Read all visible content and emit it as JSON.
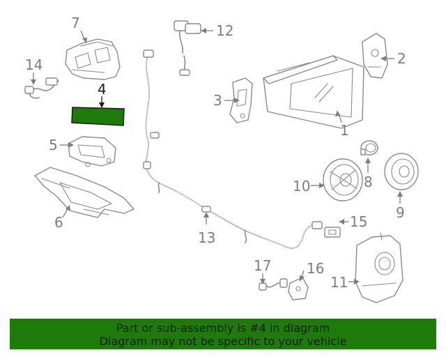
{
  "diagram": {
    "callouts": [
      {
        "id": "1",
        "label": "1"
      },
      {
        "id": "2",
        "label": "2"
      },
      {
        "id": "3",
        "label": "3"
      },
      {
        "id": "4",
        "label": "4",
        "highlighted": true
      },
      {
        "id": "5",
        "label": "5"
      },
      {
        "id": "6",
        "label": "6"
      },
      {
        "id": "7",
        "label": "7"
      },
      {
        "id": "8",
        "label": "8"
      },
      {
        "id": "9",
        "label": "9"
      },
      {
        "id": "10",
        "label": "10"
      },
      {
        "id": "11",
        "label": "11"
      },
      {
        "id": "12",
        "label": "12"
      },
      {
        "id": "13",
        "label": "13"
      },
      {
        "id": "14",
        "label": "14"
      },
      {
        "id": "15",
        "label": "15"
      },
      {
        "id": "16",
        "label": "16"
      },
      {
        "id": "17",
        "label": "17"
      }
    ],
    "highlight_color": "#1f7a0c",
    "line_color": "#8a8a8a"
  },
  "banner": {
    "line1": "Part or sub-assembly is #4 in diagram",
    "line2": "Diagram may not be specific to your vehicle",
    "background": "#1f7a0c"
  }
}
